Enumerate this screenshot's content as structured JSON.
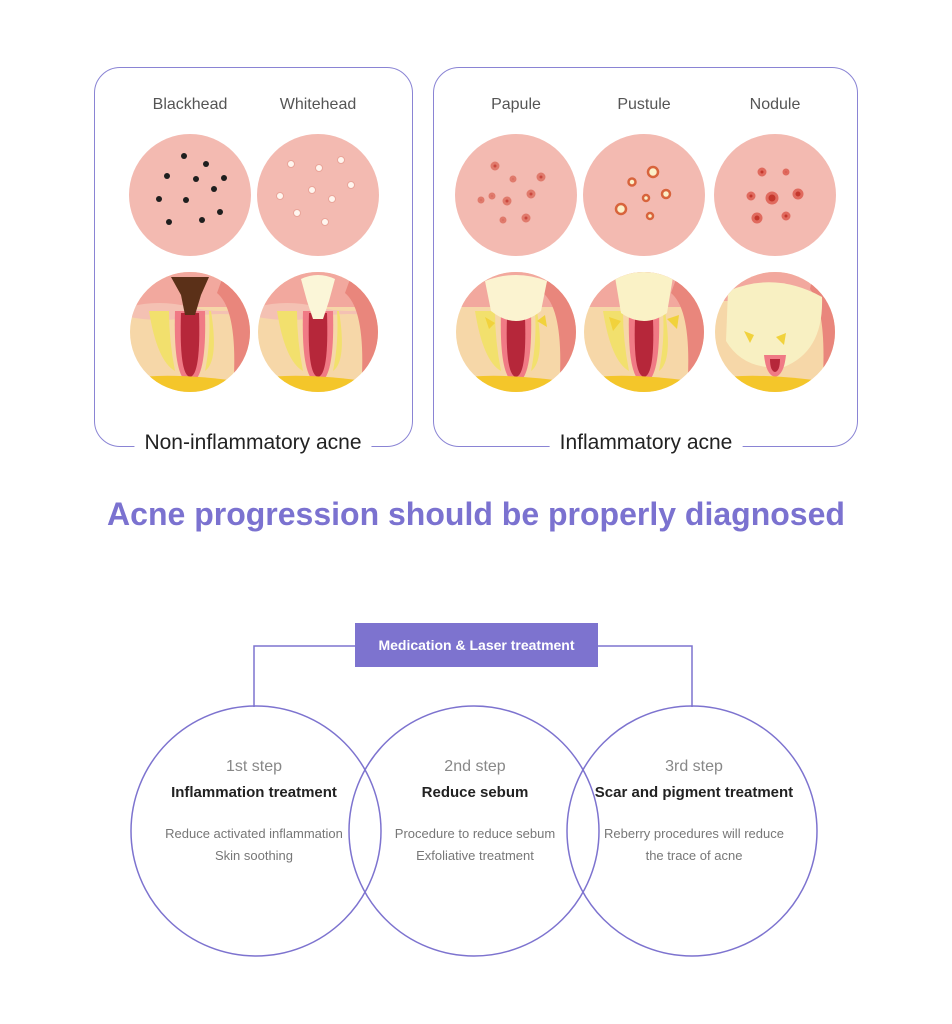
{
  "panels": {
    "non_inflammatory": {
      "caption": "Non-inflammatory acne",
      "types": [
        {
          "label": "Blackhead"
        },
        {
          "label": "Whitehead"
        }
      ]
    },
    "inflammatory": {
      "caption": "Inflammatory acne",
      "types": [
        {
          "label": "Papule"
        },
        {
          "label": "Pustule"
        },
        {
          "label": "Nodule"
        }
      ]
    }
  },
  "headline": "Acne progression should be properly diagnosed",
  "medication_label": "Medication & Laser treatment",
  "steps": [
    {
      "num": "1st step",
      "title": "Inflammation treatment",
      "desc1": "Reduce activated inflammation",
      "desc2": "Skin soothing"
    },
    {
      "num": "2nd step",
      "title": "Reduce sebum",
      "desc1": "Procedure to reduce sebum",
      "desc2": "Exfoliative treatment"
    },
    {
      "num": "3rd step",
      "title": "Scar and pigment treatment",
      "desc1": "Reberry procedures will reduce",
      "desc2": "the trace of acne"
    }
  ],
  "colors": {
    "accent": "#7d73cf",
    "skin": "#f3bab1",
    "outline": "#8a84d4"
  }
}
